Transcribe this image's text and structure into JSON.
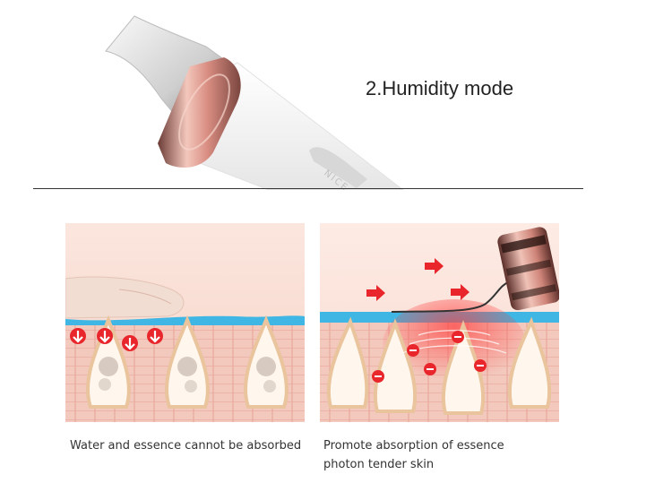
{
  "header": {
    "mode_title": "2.Humidity mode",
    "device_brand": "NICE"
  },
  "panels": [
    {
      "caption_lines": [
        "Water and essence cannot be absorbed"
      ]
    },
    {
      "caption_lines": [
        "Promote absorption of essence",
        "photon tender skin"
      ]
    }
  ],
  "icons": {
    "left_panel": [
      "down-arrow-icon",
      "down-arrow-icon",
      "down-arrow-icon",
      "down-arrow-icon"
    ],
    "right_panel": [
      "right-arrow-icon",
      "right-arrow-icon",
      "right-arrow-icon",
      "minus-icon"
    ]
  },
  "colors": {
    "skin_top": "#f7dcd3",
    "water_layer": "#3fb6e3",
    "arrow_red": "#e8262b",
    "rose_gold": "#d98d82",
    "device_body": "#f4f4f4"
  }
}
